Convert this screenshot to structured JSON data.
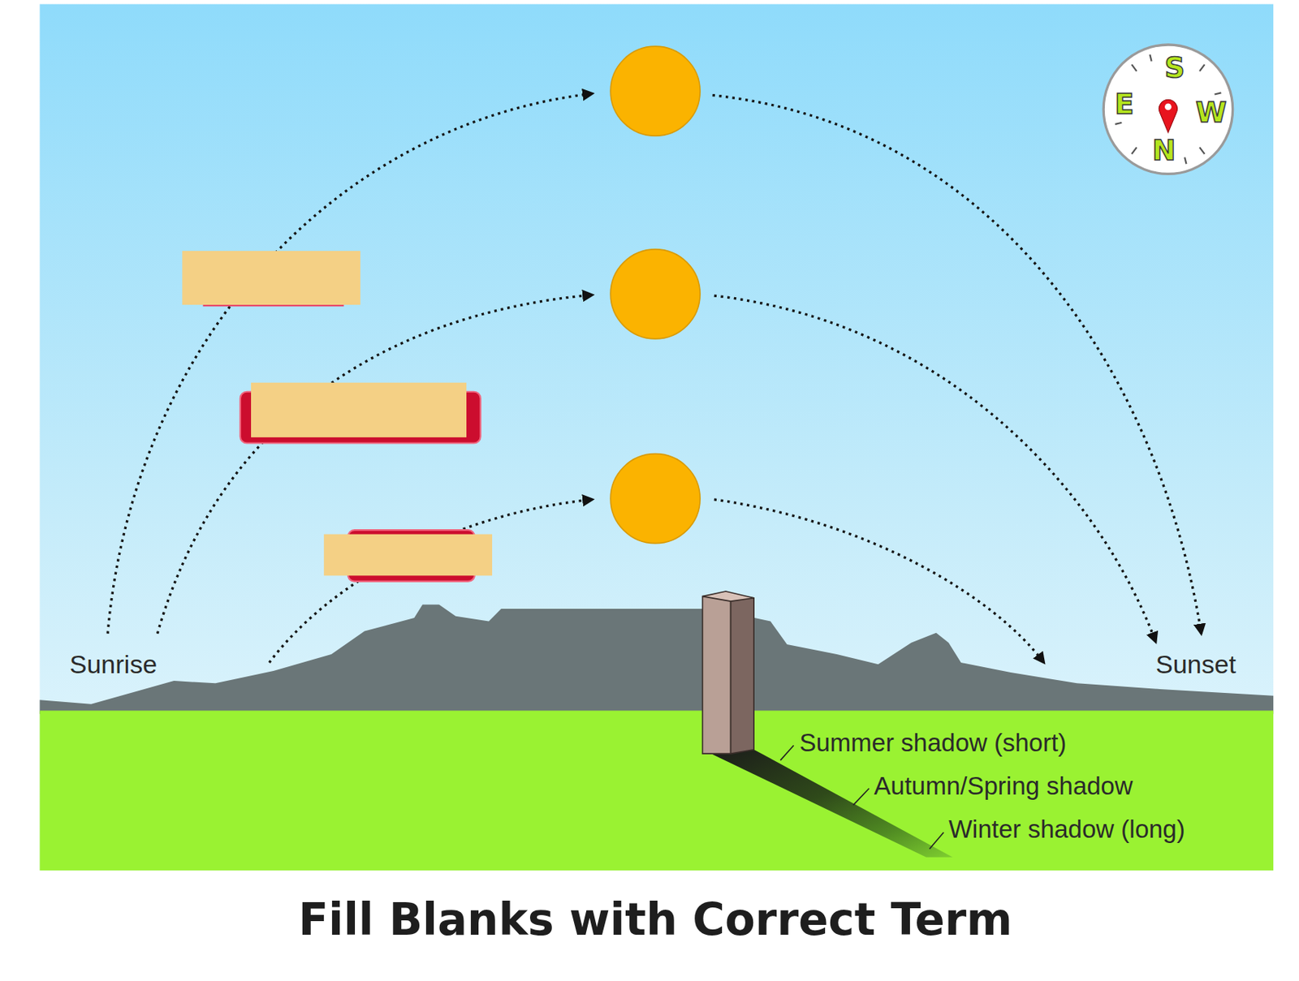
{
  "diagram": {
    "title": "Fill Blanks with Correct Term",
    "labels": [
      "Sunrise",
      "Sunset",
      "Summer shadow (short)",
      "Autumn/Spring shadow",
      "Winter shadow (long)",
      "S",
      "E",
      "W",
      "N"
    ]
  }
}
